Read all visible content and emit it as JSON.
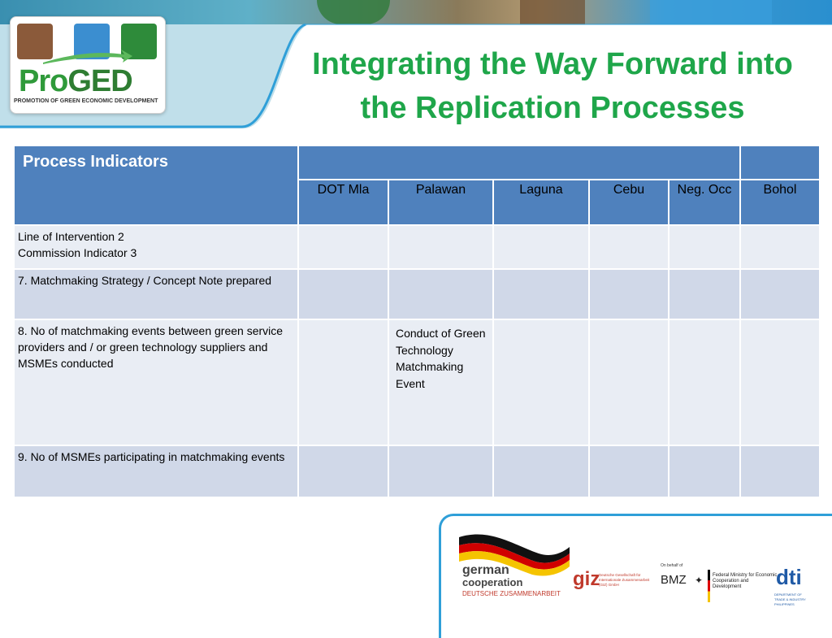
{
  "logo": {
    "brand_pro": "Pro",
    "brand_ged": "GED",
    "tagline": "PROMOTION OF GREEN ECONOMIC DEVELOPMENT"
  },
  "slide": {
    "title_line1": "Integrating the Way Forward into",
    "title_line2": "the Replication Processes"
  },
  "table": {
    "header": "Process Indicators",
    "columns": [
      "DOT Mla",
      "Palawan",
      "Laguna",
      "Cebu",
      "Neg. Occ",
      "Bohol"
    ],
    "rows": [
      {
        "indicator_line1": "Line of Intervention 2",
        "indicator_line2": "Commission Indicator 3",
        "cells": [
          "",
          "",
          "",
          "",
          "",
          ""
        ]
      },
      {
        "indicator": "7. Matchmaking Strategy / Concept Note prepared",
        "cells": [
          "",
          "",
          "",
          "",
          "",
          ""
        ]
      },
      {
        "indicator": "8. No of matchmaking events between green service providers and / or green technology suppliers and MSMEs conducted",
        "cells": [
          "",
          "Conduct of Green Technology Matchmaking Event",
          "",
          "",
          "",
          ""
        ]
      },
      {
        "indicator": "9. No of MSMEs participating in matchmaking events",
        "cells": [
          "",
          "",
          "",
          "",
          "",
          ""
        ]
      }
    ]
  },
  "partners": {
    "german1": "german",
    "german2": "cooperation",
    "german3": "DEUTSCHE ZUSAMMENARBEIT",
    "giz": "giz",
    "giz_sub": "Deutsche Gesellschaft für Internationale Zusammenarbeit (GIZ) GmbH",
    "on_behalf": "On behalf of",
    "bmz": "BMZ",
    "bmz_sub": "Federal Ministry for Economic Cooperation and Development",
    "dti": "dti",
    "dti_sub": "DEPARTMENT OF TRADE & INDUSTRY PHILIPPINES"
  },
  "colors": {
    "title": "#1fa64a",
    "header_fill": "#4f81bd",
    "row_light": "#e9edf4",
    "row_dark": "#d0d8e8"
  }
}
